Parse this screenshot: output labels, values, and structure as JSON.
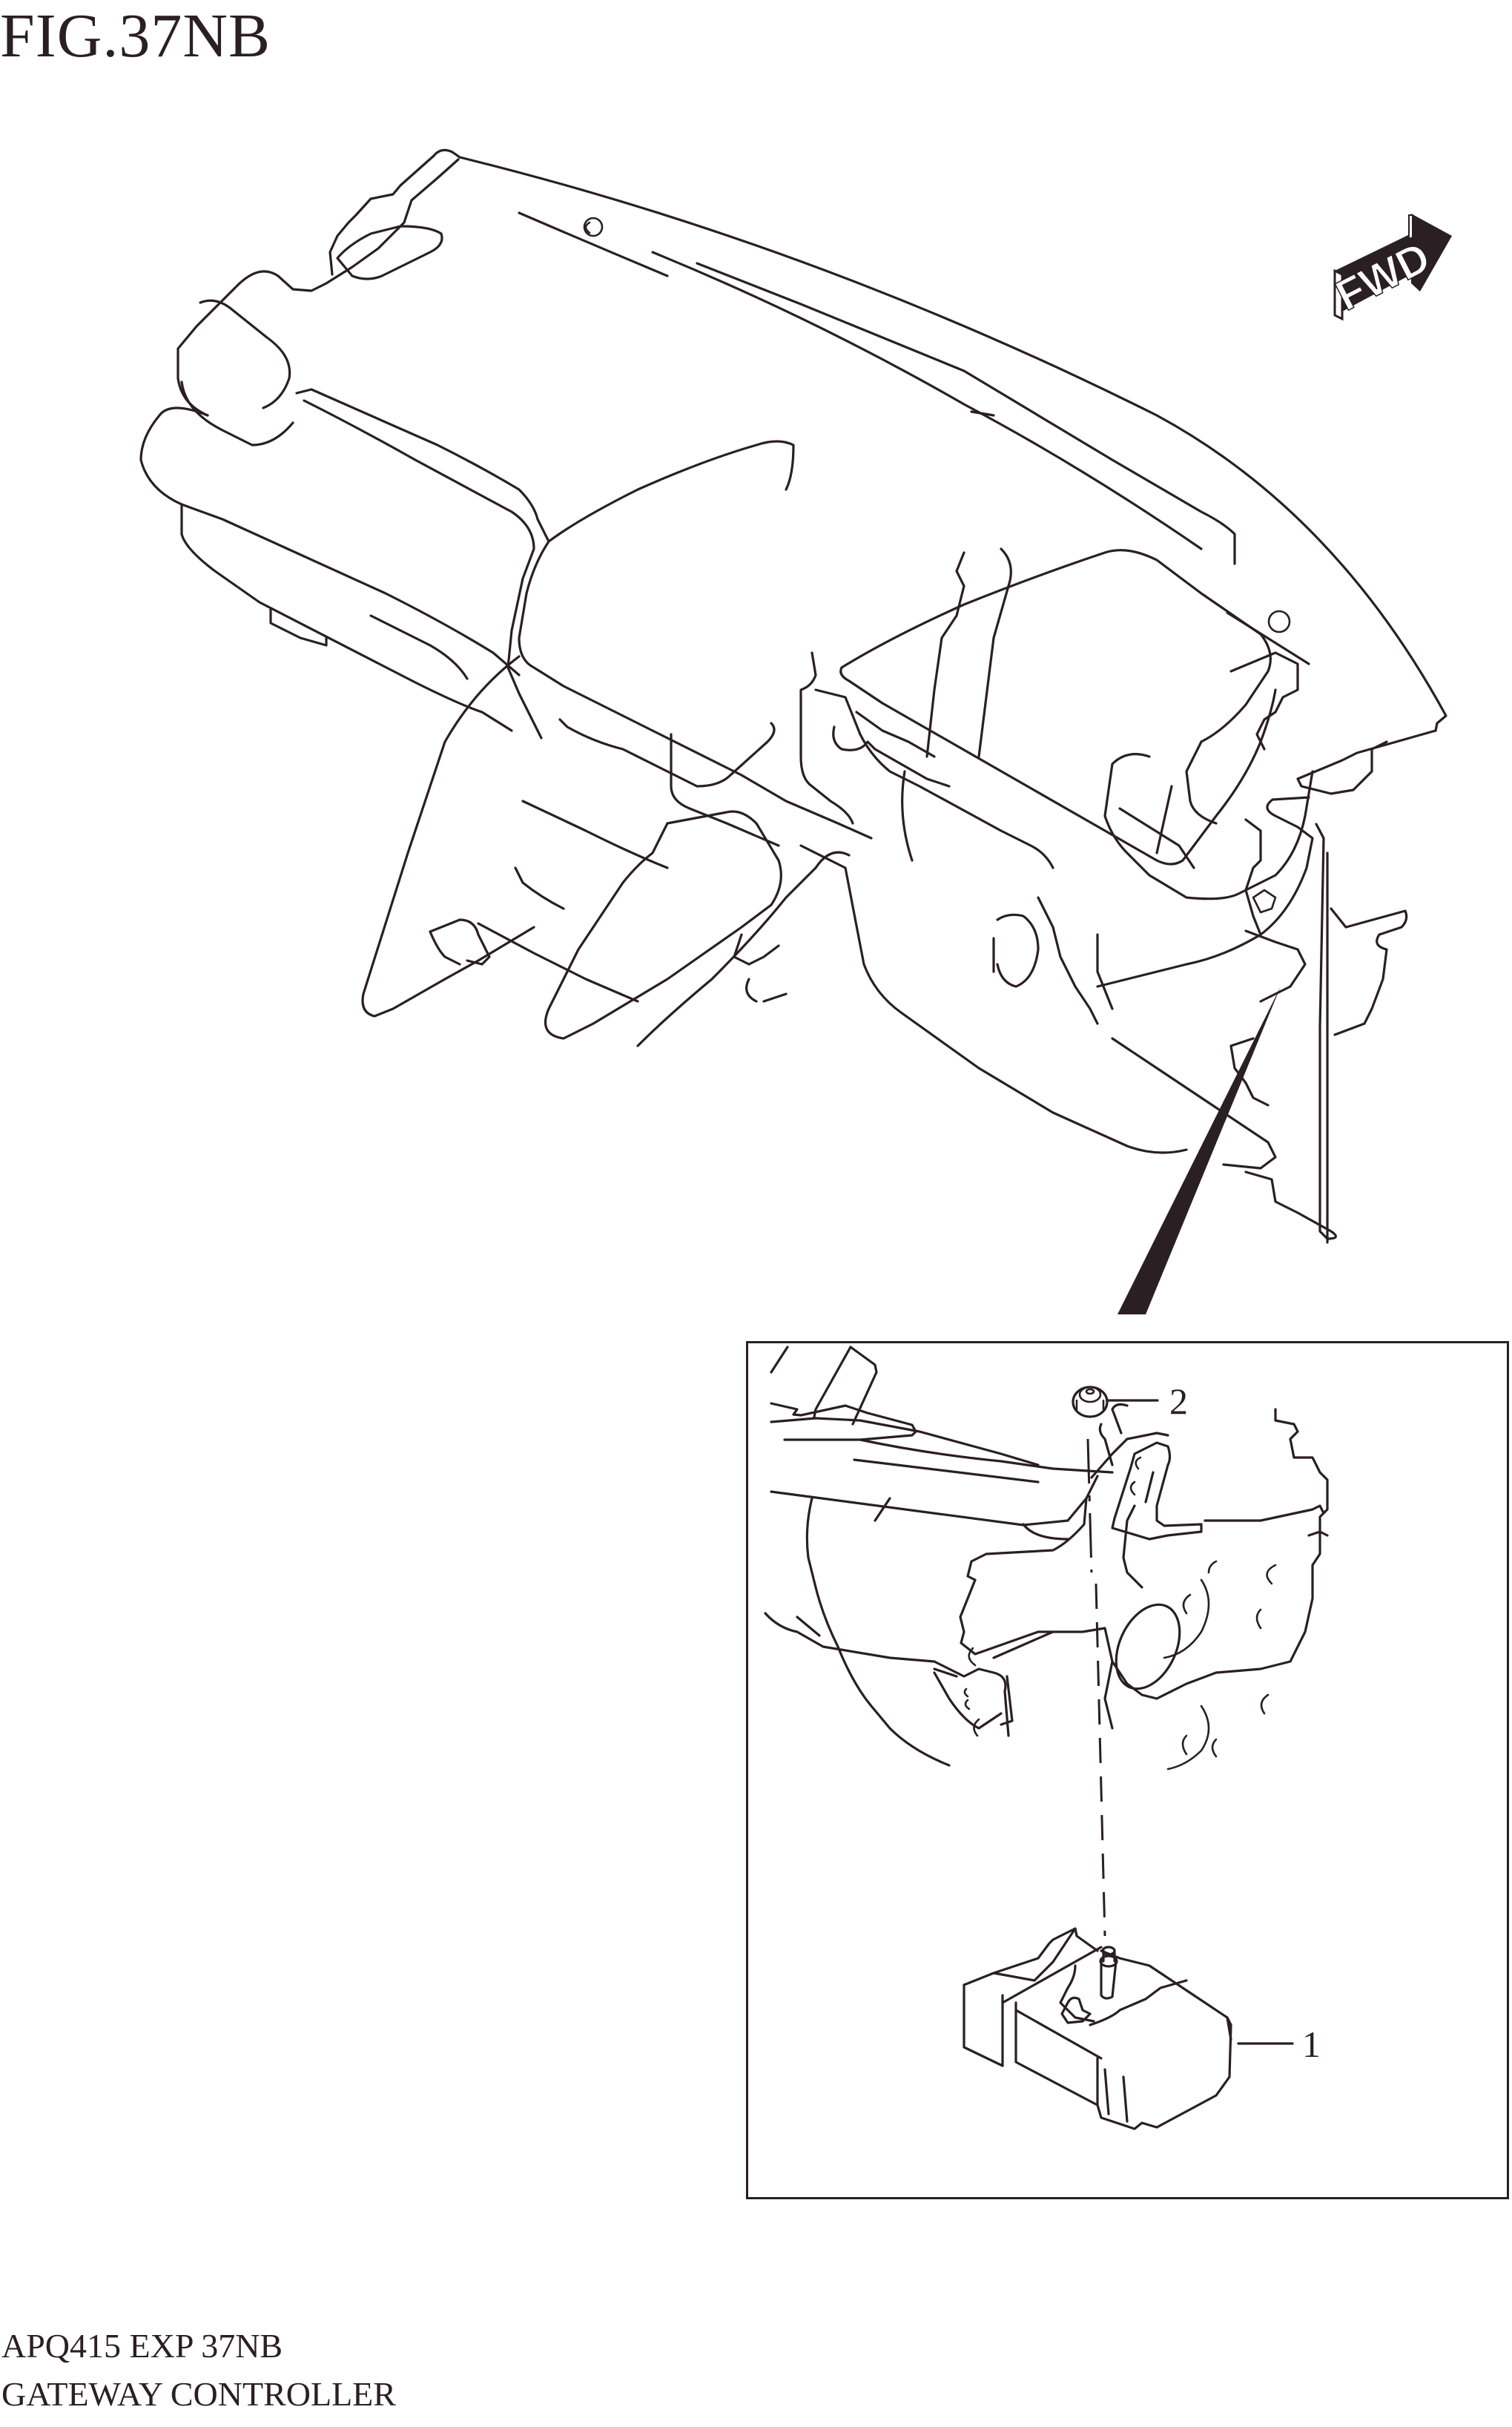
{
  "figure": {
    "title": "FIG.37NB",
    "code": "APQ415 EXP 37NB",
    "name": "GATEWAY CONTROLLER"
  },
  "orientation_marker": {
    "label": "FWD",
    "icon": "forward-arrow-icon"
  },
  "main_view": {
    "subject": "instrument-panel-assembly",
    "leader_to_detail": "wedge-pointer"
  },
  "detail_view": {
    "callouts": [
      {
        "number": "1",
        "part": "gateway-controller"
      },
      {
        "number": "2",
        "part": "nut"
      }
    ]
  },
  "colors": {
    "ink": "#2a1f22",
    "paper": "#ffffff"
  }
}
